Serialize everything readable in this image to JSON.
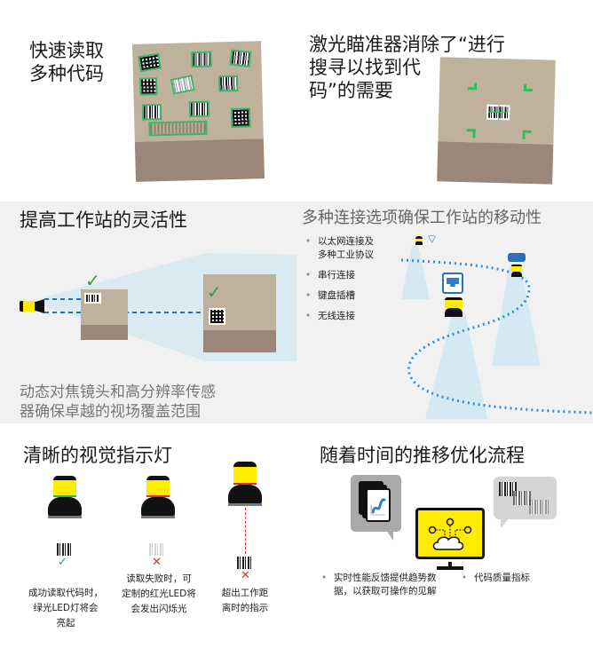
{
  "panels": {
    "read_multiple": {
      "title_line1": "快速读取",
      "title_line2": "多种代码"
    },
    "laser_aim": {
      "title_line1": "激光瞄准器消除了“进行",
      "title_line2": "搜寻以找到代",
      "title_line3": "码”的需要"
    },
    "flexibility": {
      "title": "提高工作站的灵活性",
      "subtitle_line1": "动态对焦镜头和高分辨率传感",
      "subtitle_line2": "器确保卓越的视场覆盖范围"
    },
    "connectivity": {
      "title": "多种连接选项确保工作站的移动性",
      "bullets": [
        {
          "line1": "以太网连接及",
          "line2": "多种工业协议"
        },
        {
          "line1": "串行连接"
        },
        {
          "line1": "键盘插槽"
        },
        {
          "line1": "无线连接"
        }
      ]
    },
    "indicators": {
      "title": "清晰的视觉指示灯",
      "items": [
        {
          "status": "success",
          "led_color": "#35b24a",
          "mark": "✓",
          "mark_color": "#3a9a4a",
          "caption_line1": "成功读取代码时，",
          "caption_line2": "绿光LED灯将会",
          "caption_line3": "亮起"
        },
        {
          "status": "fail",
          "led_color": "#e0301e",
          "mark": "✕",
          "mark_color": "#d9302a",
          "caption_line1": "读取失败时，可",
          "caption_line2": "定制的红光LED将",
          "caption_line3": "会发出闪烁光"
        },
        {
          "status": "out-of-range",
          "led_color": "#e0301e",
          "mark": "✕",
          "mark_color": "#d9302a",
          "caption_line1": "超出工作距",
          "caption_line2": "离时的指示"
        }
      ]
    },
    "optimize": {
      "title": "随着时间的推移优化流程",
      "bullets": [
        {
          "line1": "实时性能反馈提供趋势数",
          "line2": "据，以获取可操作的见解"
        },
        {
          "line1": "代码质量指标"
        }
      ]
    }
  },
  "colors": {
    "accent_yellow": "#ffec00",
    "success_green": "#3bb56a",
    "error_red": "#d9302a",
    "link_blue": "#2e8fd6",
    "box_tan": "#bfb29c",
    "box_brown": "#9a877a"
  },
  "check_mark": "✓"
}
